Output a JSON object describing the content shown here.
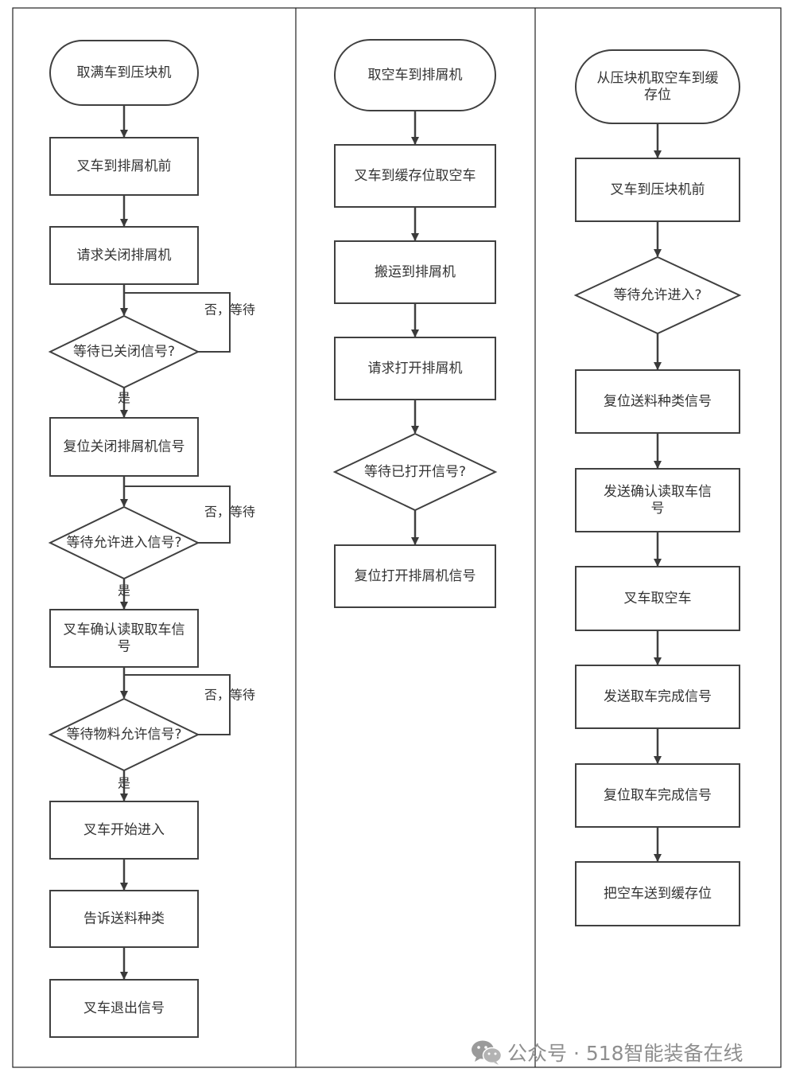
{
  "col1": {
    "start": "取满车到压块机",
    "s1": "叉车到排屑机前",
    "s2": "请求关闭排屑机",
    "d1": "等待已关闭信号?",
    "s3": "复位关闭排屑机信号",
    "d2": "等待允许进入信号?",
    "s4": [
      "叉车确认读取取车信",
      "号"
    ],
    "d3": "等待物料允许信号?",
    "s5": "叉车开始进入",
    "s6": "告诉送料种类",
    "s7": "叉车退出信号",
    "no_label": "否，等待",
    "yes_label": "是"
  },
  "col2": {
    "start": "取空车到排屑机",
    "s1": "叉车到缓存位取空车",
    "s2": "搬运到排屑机",
    "s3": "请求打开排屑机",
    "d1": "等待已打开信号?",
    "s4": "复位打开排屑机信号"
  },
  "col3": {
    "start": [
      "从压块机取空车到缓",
      "存位"
    ],
    "s1": "叉车到压块机前",
    "d1": "等待允许进入?",
    "s2": "复位送料种类信号",
    "s3": [
      "发送确认读取车信",
      "号"
    ],
    "s4": "叉车取空车",
    "s5": "发送取车完成信号",
    "s6": "复位取车完成信号",
    "s7": "把空车送到缓存位"
  },
  "watermark": "公众号 · 518智能装备在线",
  "colors": {
    "stroke": "#404040",
    "text": "#333333",
    "watermark": "#8f8f8f"
  }
}
